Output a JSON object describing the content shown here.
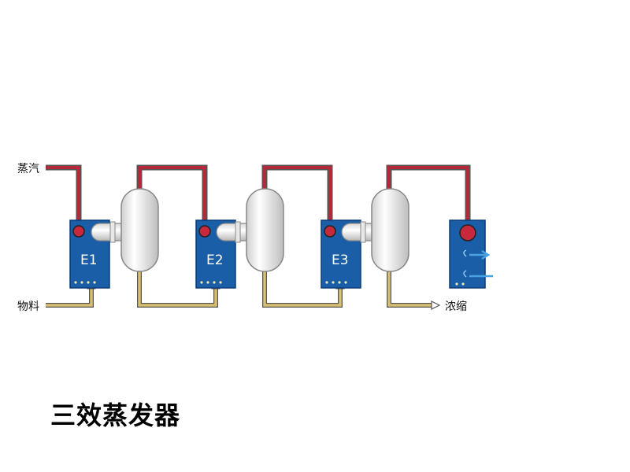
{
  "title": "三效蒸发器",
  "labels": {
    "steam": "蒸汽",
    "feed": "物料",
    "concentrate": "浓缩"
  },
  "effects": [
    {
      "label": "E1"
    },
    {
      "label": "E2"
    },
    {
      "label": "E3"
    }
  ],
  "colors": {
    "steam_line": "#b32a3a",
    "feed_line": "#d9c070",
    "line_outline": "#555555",
    "heater_fill": "#1a5ea8",
    "heater_border": "#0d3d78",
    "vessel_fill": "#f0f0f0",
    "water_arrow": "#4aa3e0"
  }
}
